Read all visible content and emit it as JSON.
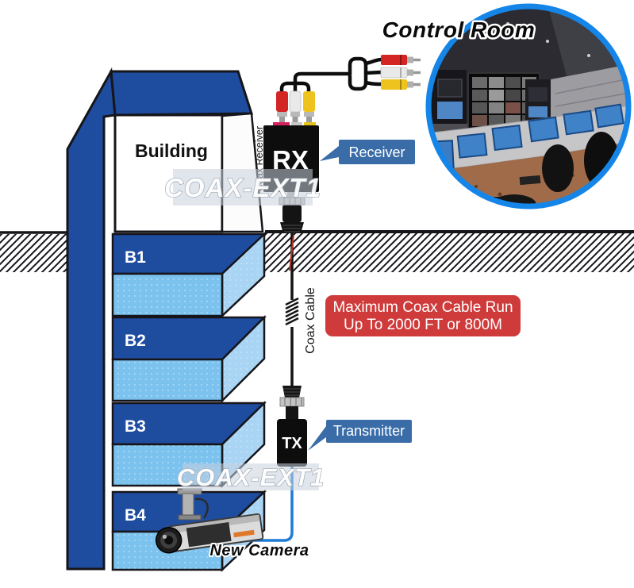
{
  "building": {
    "label": "Building",
    "floors": [
      {
        "label": "B1"
      },
      {
        "label": "B2"
      },
      {
        "label": "B3"
      },
      {
        "label": "B4"
      }
    ]
  },
  "receiver": {
    "device_label": "RX",
    "callout_label": "Receiver",
    "side_label": "Coax Receiver"
  },
  "transmitter": {
    "device_label": "TX",
    "callout_label": "Transmitter"
  },
  "coax_cable": {
    "label": "Coax Cable",
    "max_run_line1": "Maximum Coax Cable Run",
    "max_run_line2": "Up To 2000 FT or 800M"
  },
  "control_room": {
    "title": "Control Room"
  },
  "camera": {
    "label": "New Camera"
  },
  "watermark": {
    "text": "COAX-EXT1"
  },
  "colors": {
    "building_blue": "#1e4c9f",
    "floor_light_blue": "#7cc2ee",
    "floor_side_blue": "#a9d4f3",
    "callout_blue": "#3a6da8",
    "info_box_red": "#cf3b3b",
    "camera_cable_blue": "#1f7cd6",
    "control_room_ring_blue": "#1585e8",
    "rca_red": "#d42525",
    "rca_white": "#e9e9e9",
    "rca_yellow": "#eec31e"
  }
}
